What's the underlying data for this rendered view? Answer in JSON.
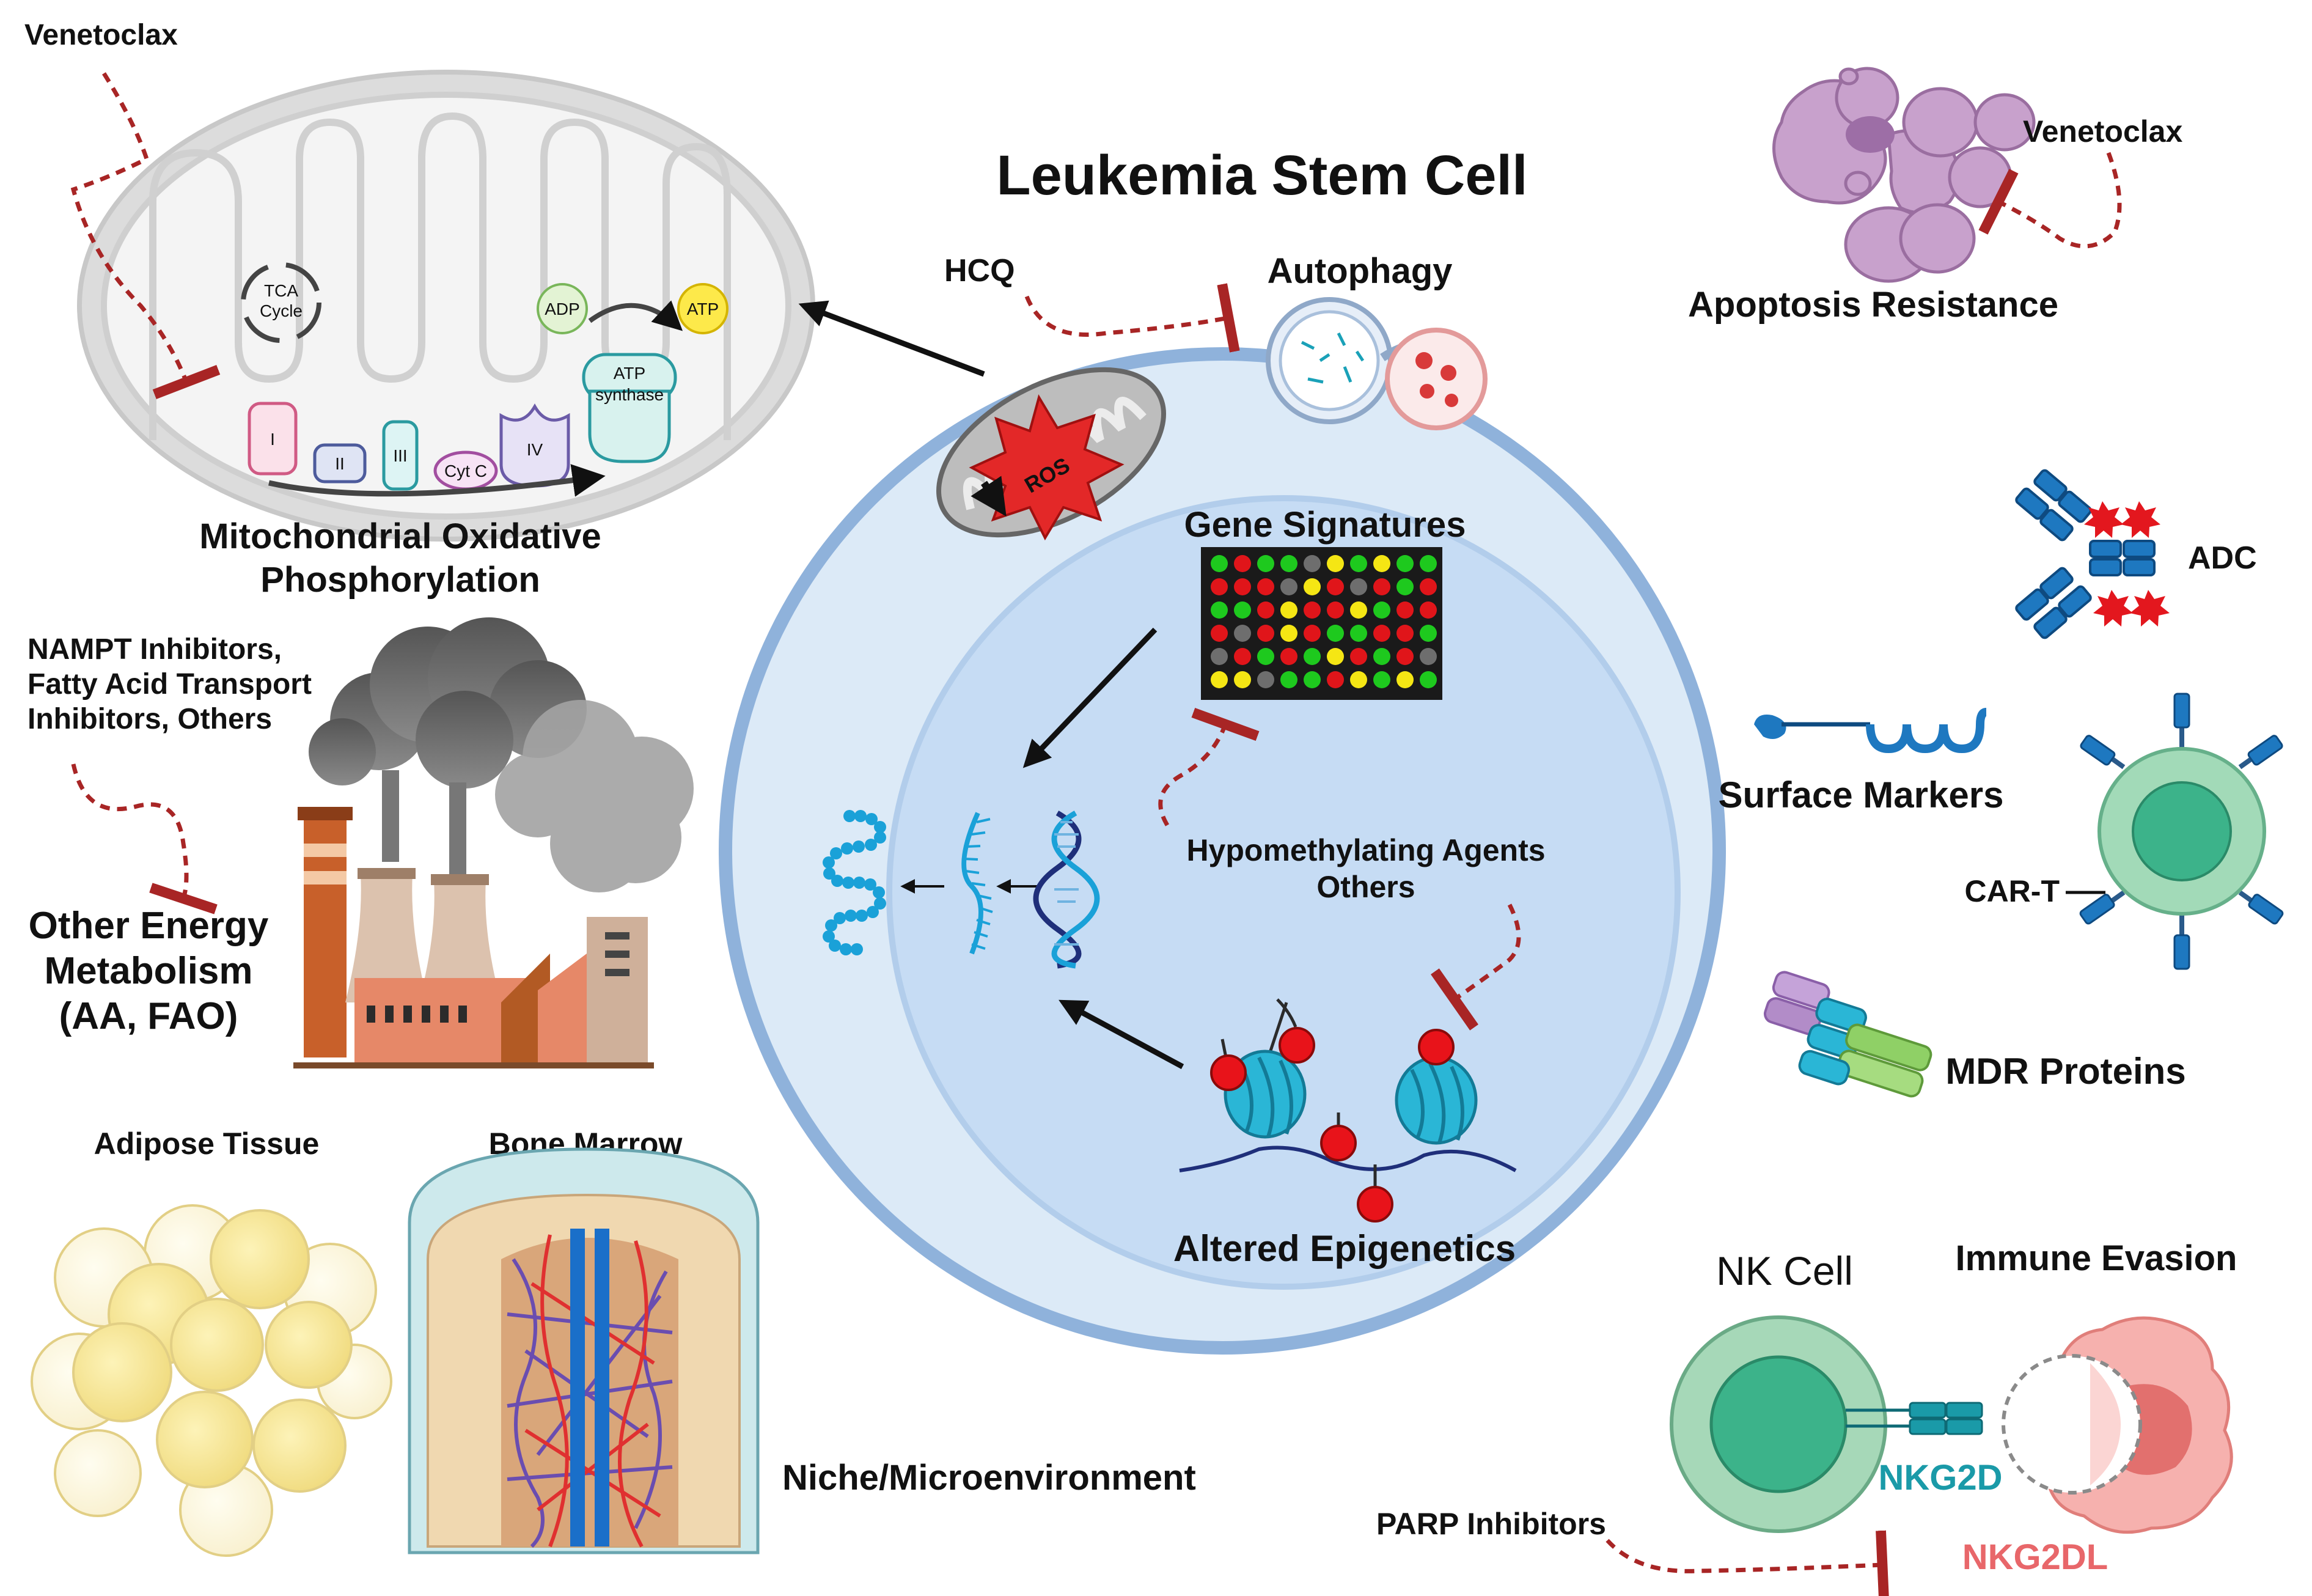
{
  "title": "Leukemia Stem Cell",
  "mito": {
    "tca": [
      "TCA",
      "Cycle"
    ],
    "adp": "ADP",
    "atp": "ATP",
    "synthase": [
      "ATP",
      "synthase"
    ],
    "complexes": [
      "I",
      "II",
      "III",
      "Cyt C",
      "IV"
    ],
    "caption": [
      "Mitochondrial Oxidative",
      "Phosphorylation"
    ],
    "drug": "Venetoclax"
  },
  "metabolism": {
    "drugs": [
      "NAMPT Inhibitors,",
      "Fatty Acid Transport",
      "Inhibitors, Others"
    ],
    "caption": [
      "Other Energy",
      "Metabolism",
      "(AA, FAO)"
    ]
  },
  "niche": {
    "adipose": "Adipose Tissue",
    "marrow": "Bone Marrow",
    "caption": "Niche/Microenvironment"
  },
  "cell": {
    "hcq": "HCQ",
    "autophagy": "Autophagy",
    "ros": "ROS",
    "gene_signatures": "Gene Signatures",
    "hma": [
      "Hypomethylating Agents",
      "Others"
    ],
    "epigenetics": "Altered Epigenetics",
    "grid_colors": {
      "red": "#e0151a",
      "green": "#1ec91e",
      "yellow": "#f5e614",
      "gray": "#6e6e6e"
    },
    "grid": [
      "grgggygygg",
      "rrrgyrgrgr",
      "ggryrrygrr",
      "rgryrggrrg",
      "grgrgyrgrg",
      "yygggrygyg"
    ]
  },
  "right": {
    "apoptosis_drug": "Venetoclax",
    "apoptosis": "Apoptosis Resistance",
    "adc": "ADC",
    "surface_markers": "Surface Markers",
    "cart": "CAR-T",
    "mdr": "MDR Proteins",
    "nk_cell": "NK Cell",
    "immune_evasion": "Immune Evasion",
    "nkg2d": "NKG2D",
    "nkg2dl": "NKG2DL",
    "parp": "PARP Inhibitors"
  },
  "colors": {
    "inhibitor": "#a82525",
    "cell_membrane": "#8fb2db",
    "nkg2d": "#1a9aa8",
    "nkg2dl": "#e8676a"
  }
}
